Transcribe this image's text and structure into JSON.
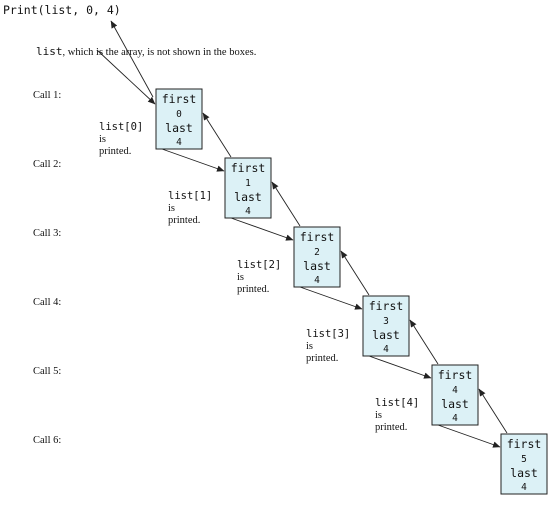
{
  "header": {
    "call_text": "Print(list, 0, 4)",
    "note_code": "list",
    "note_rest": ", which is the array, is not shown in the boxes."
  },
  "calls": [
    {
      "label": "Call 1:",
      "first_label": "first",
      "first_value": "0",
      "last_label": "last",
      "last_value": "4",
      "printed_code": "list[0]",
      "printed_line2": "is",
      "printed_line3": "printed."
    },
    {
      "label": "Call 2:",
      "first_label": "first",
      "first_value": "1",
      "last_label": "last",
      "last_value": "4",
      "printed_code": "list[1]",
      "printed_line2": "is",
      "printed_line3": "printed."
    },
    {
      "label": "Call 3:",
      "first_label": "first",
      "first_value": "2",
      "last_label": "last",
      "last_value": "4",
      "printed_code": "list[2]",
      "printed_line2": "is",
      "printed_line3": "printed."
    },
    {
      "label": "Call 4:",
      "first_label": "first",
      "first_value": "3",
      "last_label": "last",
      "last_value": "4",
      "printed_code": "list[3]",
      "printed_line2": "is",
      "printed_line3": "printed."
    },
    {
      "label": "Call 5:",
      "first_label": "first",
      "first_value": "4",
      "last_label": "last",
      "last_value": "4",
      "printed_code": "list[4]",
      "printed_line2": "is",
      "printed_line3": "printed."
    },
    {
      "label": "Call 6:",
      "first_label": "first",
      "first_value": "5",
      "last_label": "last",
      "last_value": "4"
    }
  ],
  "colors": {
    "box_fill": "#dcf1f6",
    "stroke": "#222222",
    "text": "#111111"
  }
}
